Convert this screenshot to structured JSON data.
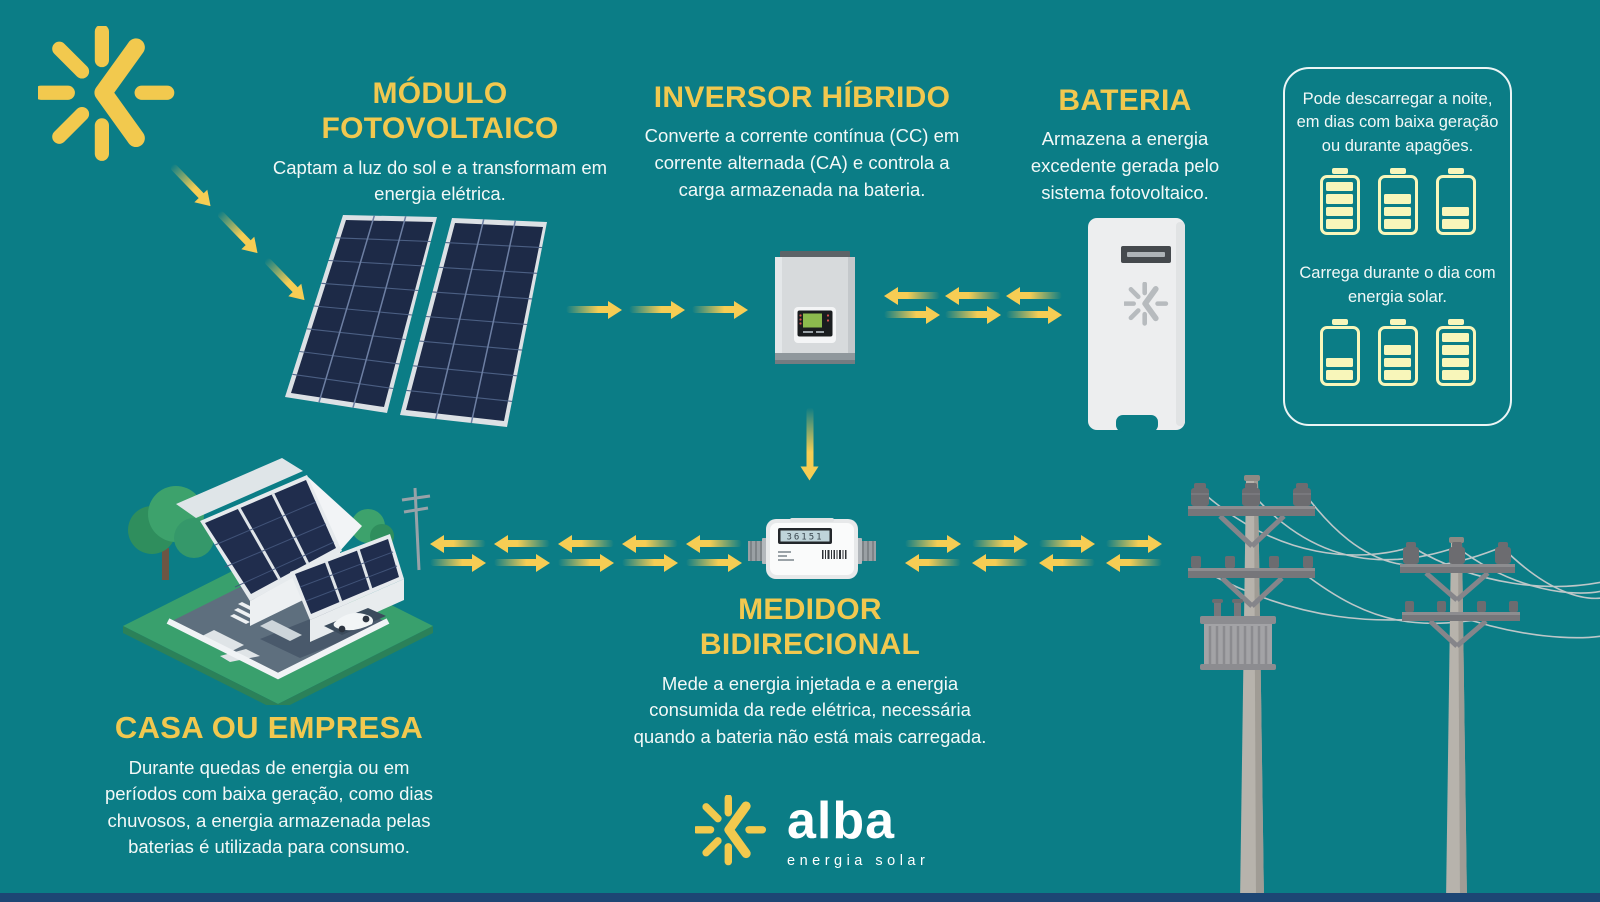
{
  "colors": {
    "background": "#0b7d86",
    "accent_yellow": "#f1c84f",
    "arrow_yellow": "#f6cd54",
    "battery_pale_yellow": "#f8f6ba",
    "text_white": "#f2f8f7",
    "panel_navy": "#1d2a47"
  },
  "icons": {
    "brand": "alba-sun-icon",
    "flow": "yellow-arrow",
    "battery_levels": "battery-gauge-icons"
  },
  "sections": {
    "modulo": {
      "title": "MÓDULO FOTOVOLTAICO",
      "desc": "Captam a luz do sol e a transformam em energia elétrica."
    },
    "inversor": {
      "title": "INVERSOR HÍBRIDO",
      "desc": "Converte a corrente contínua (CC) em corrente alternada (CA) e controla a carga armazenada na bateria."
    },
    "bateria": {
      "title": "BATERIA",
      "desc": "Armazena a energia excedente gerada pelo sistema fotovoltaico."
    },
    "medidor": {
      "title": "MEDIDOR BIDIRECIONAL",
      "desc": "Mede a energia injetada e a energia consumida da rede elétrica, necessária quando a bateria não está mais carregada."
    },
    "casa": {
      "title": "CASA OU EMPRESA",
      "desc": "Durante quedas de energia ou em períodos com baixa geração, como dias chuvosos, a energia armazenada pelas baterias é utilizada para consumo."
    }
  },
  "battery_box": {
    "discharge_text": "Pode descarregar a noite, em dias com baixa geração ou durante apagões.",
    "discharge_levels": [
      4,
      3,
      2
    ],
    "charge_text": "Carrega durante o dia com energia solar.",
    "charge_levels": [
      2,
      3,
      4
    ],
    "segments": 4
  },
  "meter": {
    "display": "36151"
  },
  "footer": {
    "brand": "alba",
    "tagline": "energia solar"
  }
}
